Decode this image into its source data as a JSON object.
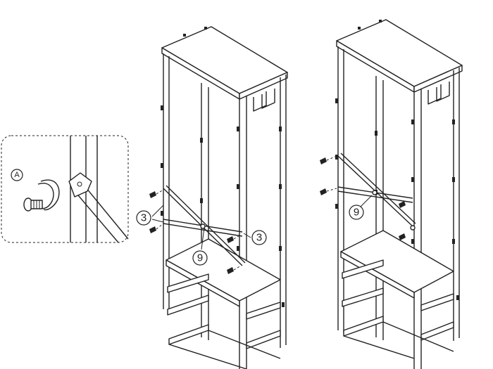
{
  "callouts": {
    "detail_label": "A",
    "part_3_upper": "3",
    "part_3_lower": "3",
    "part_9_left": "9",
    "part_9_right": "9"
  },
  "icons": [
    "screw-icon",
    "bracket-icon",
    "cross-brace-icon"
  ],
  "colors": {
    "line": "#222222",
    "background": "#ffffff"
  }
}
